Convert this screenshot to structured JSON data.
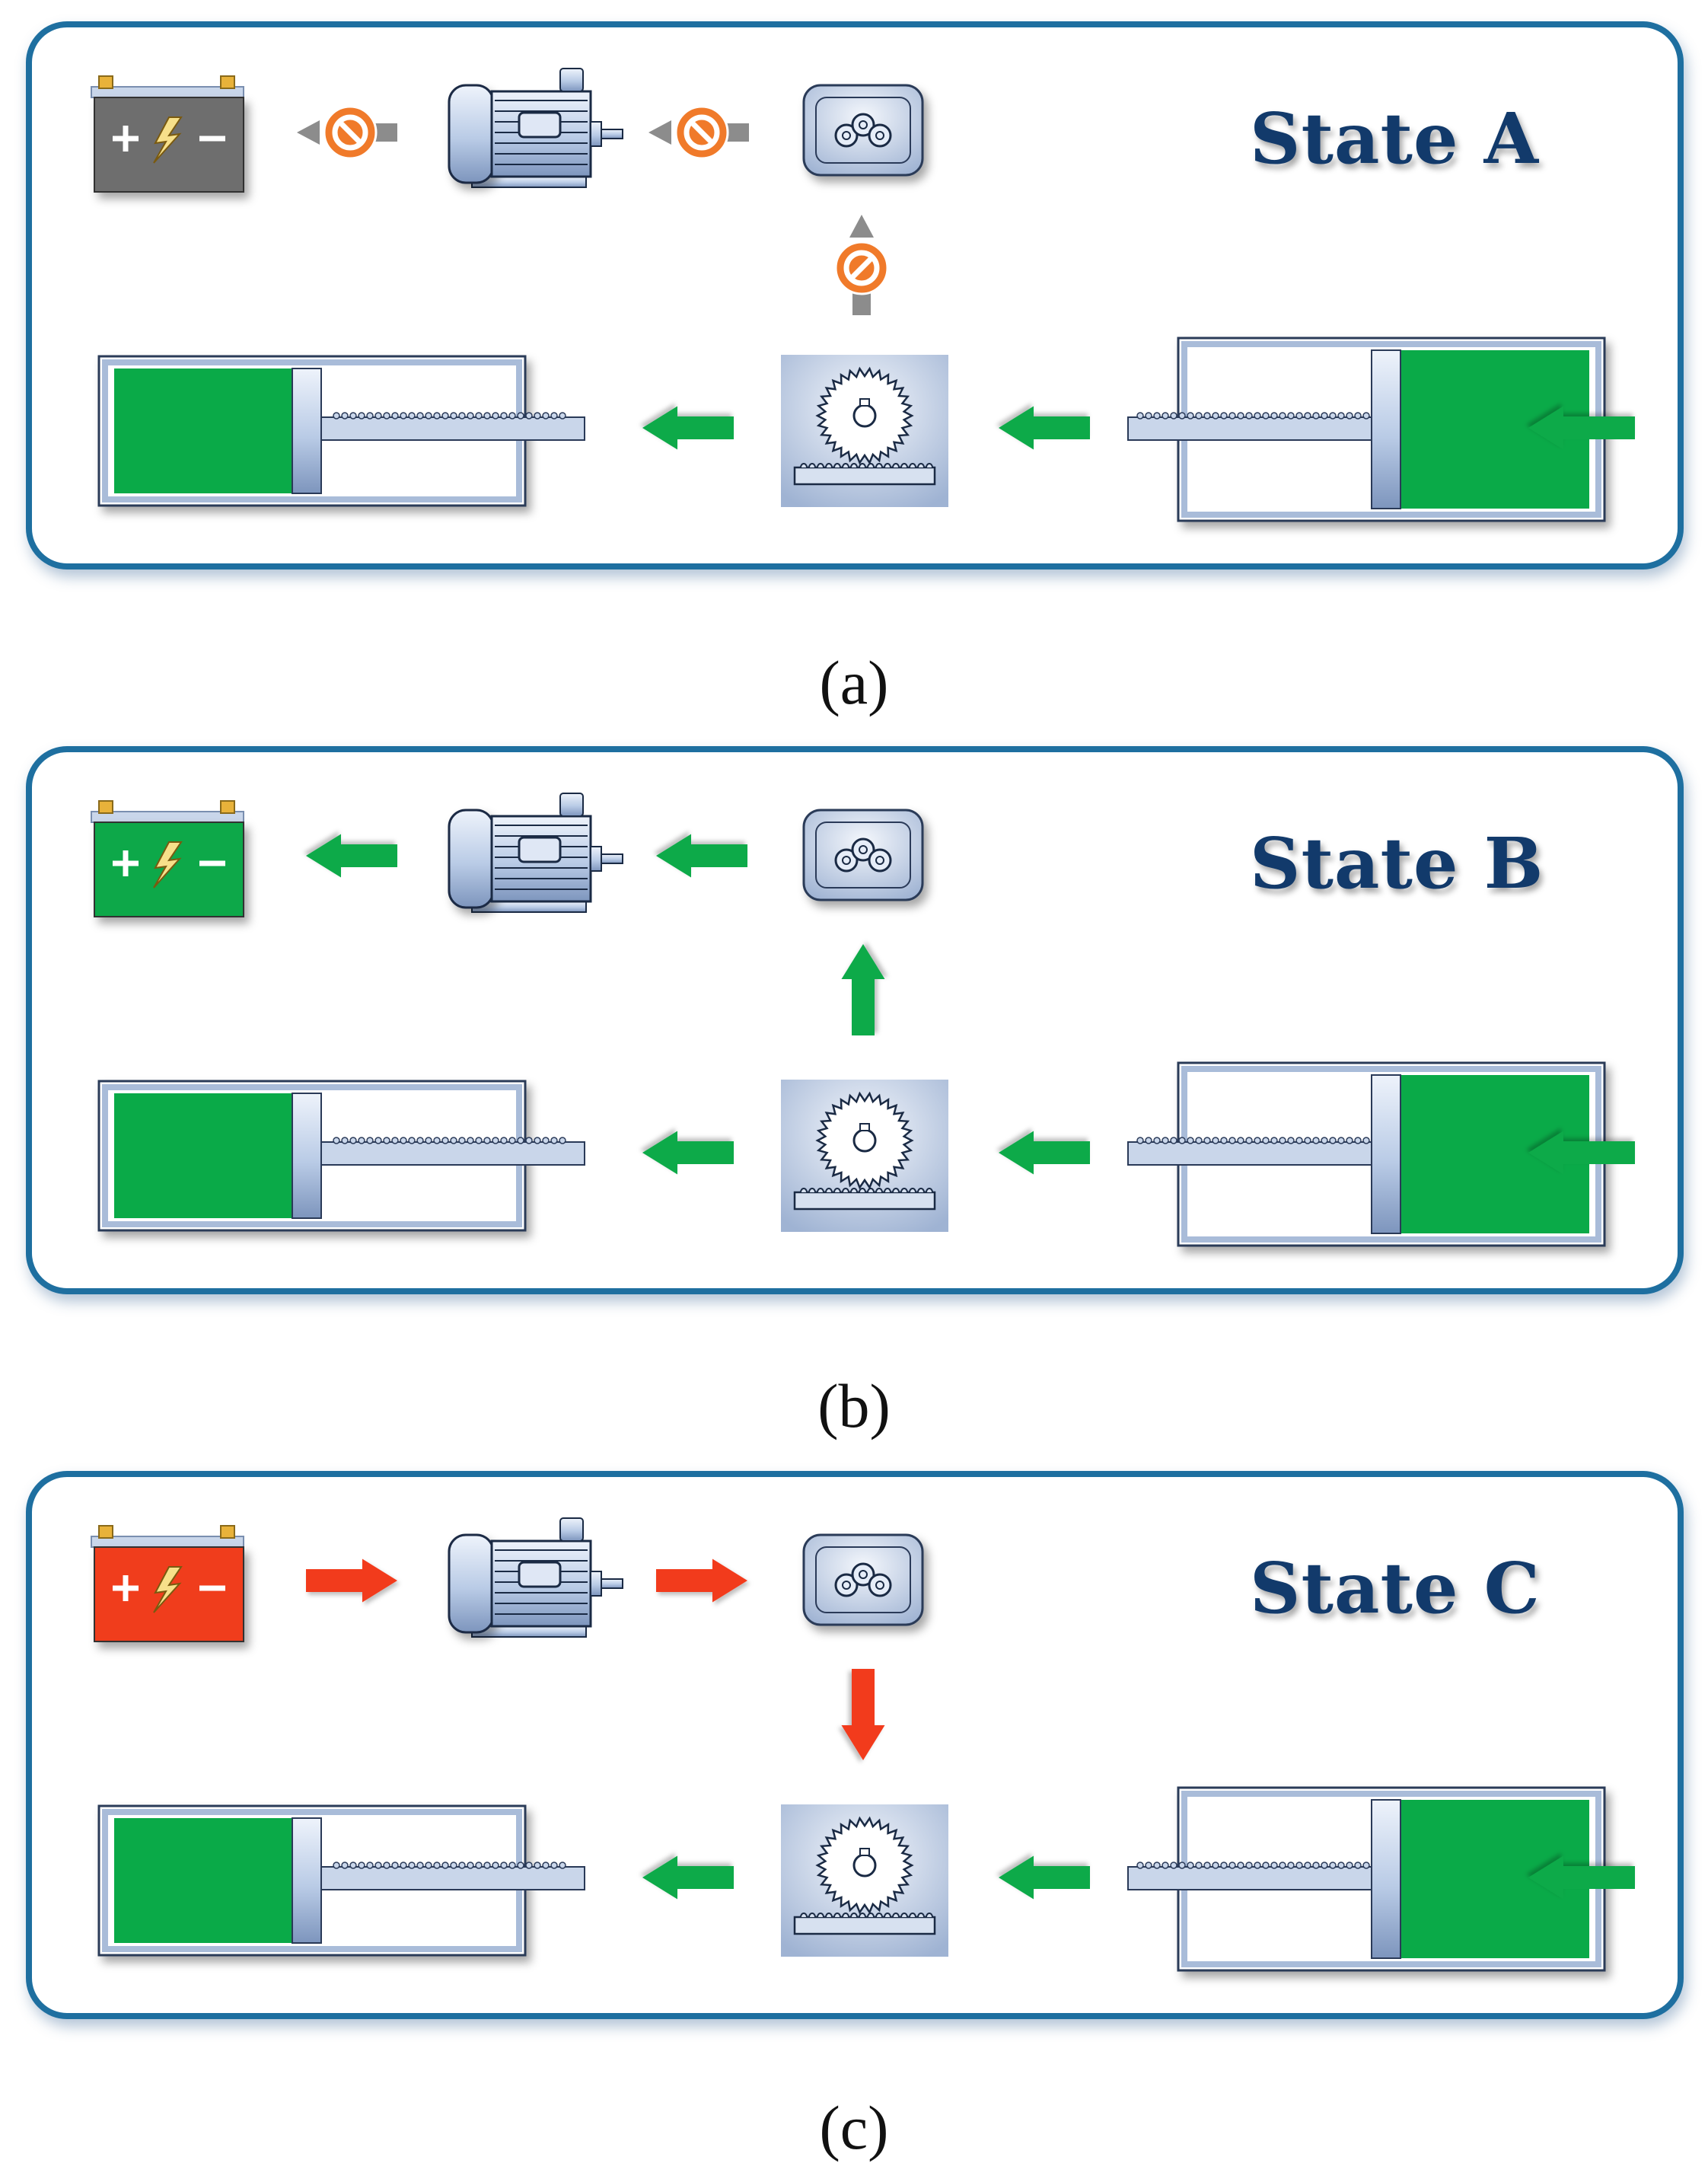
{
  "panels": [
    {
      "title": "State A",
      "caption": "(a)",
      "battery_color": "#6e6e6e",
      "mode": "blocked"
    },
    {
      "title": "State B",
      "caption": "(b)",
      "battery_color": "#0aa84a",
      "mode": "regen"
    },
    {
      "title": "State C",
      "caption": "(c)",
      "battery_color": "#f03c1e",
      "mode": "drive"
    }
  ],
  "colors": {
    "green": "#0aaa48",
    "red": "#f23a1e",
    "blocked": "#f07a2a",
    "frame": "#1e6fa0",
    "title": "#123a6b"
  },
  "icons": [
    "battery-icon",
    "motor-icon",
    "gearbox-icon",
    "gear-rack-icon",
    "hydraulic-cylinder-icon",
    "no-flow-icon"
  ]
}
